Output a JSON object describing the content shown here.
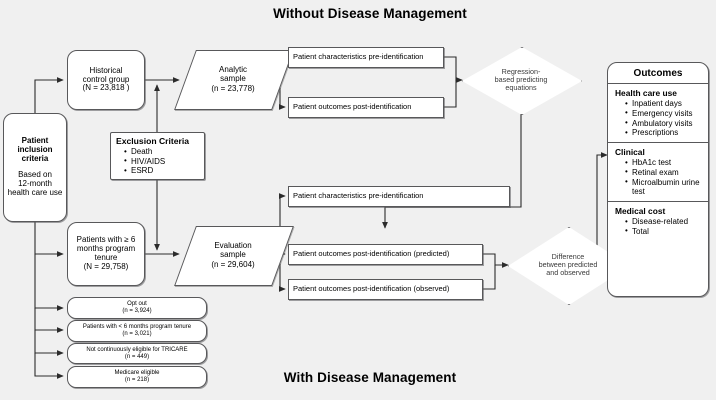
{
  "figure": {
    "title_top": "Without Disease Management",
    "title_bottom": "With Disease Management"
  },
  "nodes": {
    "inclusion": {
      "title": "Patient inclusion criteria",
      "line1": "Patient",
      "line2": "inclusion",
      "line3": "criteria",
      "sub1": "Based on",
      "sub2": "12-month",
      "sub3": "health care use"
    },
    "historical_control": {
      "line1": "Historical",
      "line2": "control group",
      "line3": "(N = 23,818 )"
    },
    "program_tenure": {
      "line1": "Patients with ≥ 6",
      "line2": "months program",
      "line3": "tenure",
      "line4": "(N = 29,758)"
    },
    "exclusion": {
      "title": "Exclusion Criteria",
      "items": [
        "Death",
        "HIV/AIDS",
        "ESRD"
      ]
    },
    "analytic_sample": {
      "line1": "Analytic",
      "line2": "sample",
      "line3": "(n = 23,778)"
    },
    "evaluation_sample": {
      "line1": "Evaluation",
      "line2": "sample",
      "line3": "(n = 29,604)"
    },
    "char_pre_top": "Patient characteristics pre-identification",
    "out_post_top": "Patient outcomes post-identification",
    "char_pre_mid": "Patient characteristics pre-identification",
    "out_post_predicted": "Patient outcomes post-identification (predicted)",
    "out_post_observed": "Patient outcomes post-identification (observed)",
    "regression_diamond": {
      "line1": "Regression-",
      "line2": "based predicting",
      "line3": "equations"
    },
    "difference_diamond": {
      "line1": "Difference",
      "line2": "between predicted",
      "line3": "and observed"
    }
  },
  "exclusions": [
    {
      "label": "Opt out",
      "count": "(n = 3,924)"
    },
    {
      "label": "Patients with < 6 months program tenure",
      "count": "(n = 3,021)"
    },
    {
      "label": "Not continuously eligible for TRICARE",
      "count": "(n = 449)"
    },
    {
      "label": "Medicare eligible",
      "count": "(n = 218)"
    }
  ],
  "outcomes": {
    "heading": "Outcomes",
    "sections": [
      {
        "title": "Health care use",
        "items": [
          "Inpatient days",
          "Emergency visits",
          "Ambulatory visits",
          "Prescriptions"
        ]
      },
      {
        "title": "Clinical",
        "items": [
          "HbA1c test",
          "Retinal exam",
          "Microalbumin urine test"
        ]
      },
      {
        "title": "Medical cost",
        "items": [
          "Disease-related",
          "Total"
        ]
      }
    ]
  },
  "colors": {
    "background": "#f0f0f0",
    "stroke": "#58585a",
    "node_fill": "#ffffff",
    "text": "#000000"
  }
}
